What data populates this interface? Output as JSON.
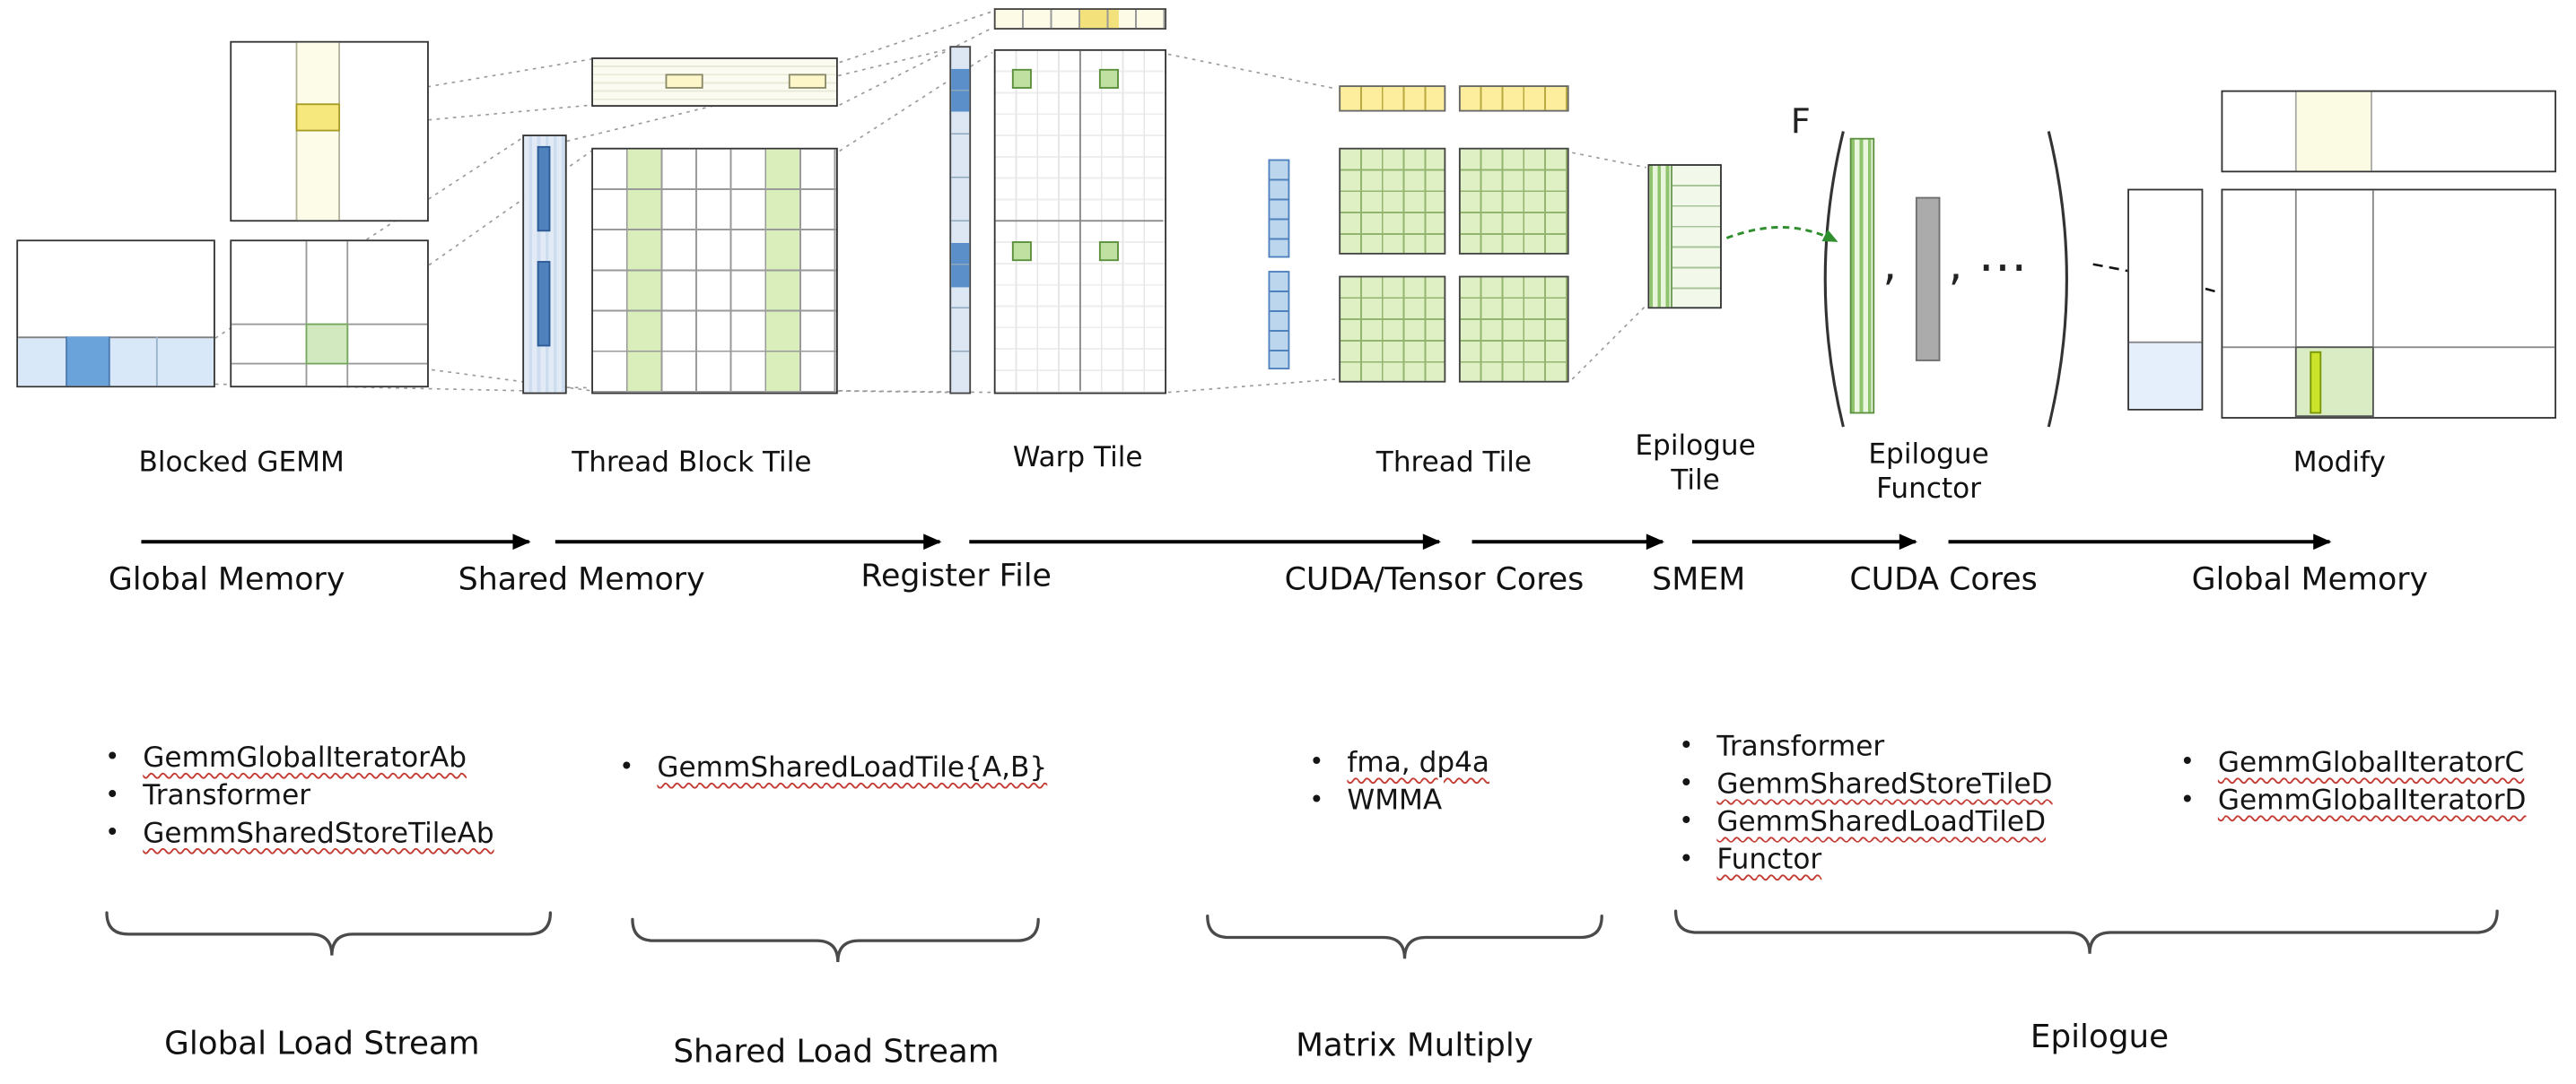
{
  "tiles": {
    "blocked_gemm": "Blocked GEMM",
    "thread_block_tile": "Thread Block Tile",
    "warp_tile": "Warp Tile",
    "thread_tile": "Thread Tile",
    "epilogue_tile": [
      "Epilogue",
      "Tile"
    ],
    "epilogue_functor": [
      "Epilogue",
      "Functor"
    ],
    "modify": "Modify"
  },
  "functor_notation": {
    "f": "F",
    "comma": ",",
    "ellipsis": "…"
  },
  "memory_flow": [
    "Global Memory",
    "Shared Memory",
    "Register File",
    "CUDA/Tensor Cores",
    "SMEM",
    "CUDA Cores",
    "Global Memory"
  ],
  "component_lists": [
    {
      "items": [
        {
          "text": "GemmGlobalIteratorAb",
          "underlined": true
        },
        {
          "text": "Transformer",
          "underlined": false
        },
        {
          "text": "GemmSharedStoreTileAb",
          "underlined": true
        }
      ]
    },
    {
      "items": [
        {
          "text": "GemmSharedLoadTile{A,B}",
          "underlined": true
        }
      ]
    },
    {
      "items": [
        {
          "text": "fma, dp4a",
          "underlined": true
        },
        {
          "text": "WMMA",
          "underlined": false
        }
      ]
    },
    {
      "items": [
        {
          "text": "Transformer",
          "underlined": false
        },
        {
          "text": "GemmSharedStoreTileD",
          "underlined": true
        },
        {
          "text": "GemmSharedLoadTileD",
          "underlined": true
        },
        {
          "text": "Functor",
          "underlined": true
        }
      ]
    },
    {
      "items": [
        {
          "text": "GemmGlobalIteratorC",
          "underlined": true
        },
        {
          "text": "GemmGlobalIteratorD",
          "underlined": true
        }
      ]
    }
  ],
  "stage_groups": [
    "Global Load Stream",
    "Shared Load Stream",
    "Matrix Multiply",
    "Epilogue"
  ],
  "colors": {
    "outline": "#333333",
    "light_blue": "#d9e8f8",
    "accent_blue": "#4f81bd",
    "cream": "#fcfce8",
    "yellow": "#f6e87c",
    "light_green": "#dff0c5",
    "green_accent": "#8fc36d",
    "gray_bar": "#ababab",
    "underline_red": "#c43b33",
    "green_arrow": "#2f8f2f"
  }
}
